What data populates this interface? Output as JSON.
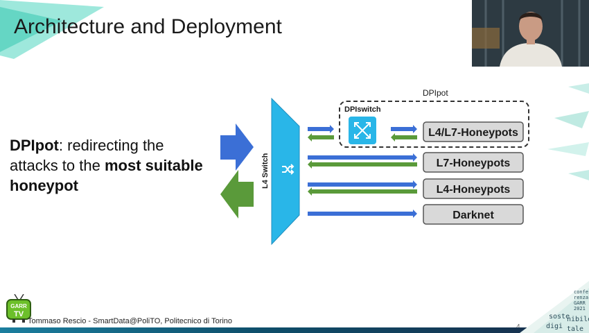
{
  "slide": {
    "title": "Architecture and Deployment",
    "body_bold_1": "DPIpot",
    "body_text_1": ": redirecting the attacks to the ",
    "body_bold_2": "most suitable honeypot",
    "footer": "Tommaso Rescio - SmartData@PoliTO, Politecnico di Torino",
    "page_number": "4"
  },
  "diagram": {
    "group_label": "DPIpot",
    "switch_inner_label": "DPIswitch",
    "l4_switch_label": "L4 Switch",
    "targets": [
      "L4/L7-Honeypots",
      "L7-Honeypots",
      "L4-Honeypots",
      "Darknet"
    ]
  },
  "logos": {
    "garr_tv": "GARR TV",
    "conference": [
      "confe",
      "renza",
      "GARR",
      "2021",
      "soste",
      "nibile",
      "digi",
      "tale"
    ]
  },
  "colors": {
    "switch_cyan": "#29b6e8",
    "arrow_blue": "#3b6fd6",
    "arrow_green": "#5a9a3a",
    "box_fill": "#d9d9d9",
    "accent_teal": "#4fd1c5"
  },
  "icons": [
    "shuffle-icon",
    "crossed-arrows-icon",
    "tv-icon",
    "person-webcam"
  ]
}
